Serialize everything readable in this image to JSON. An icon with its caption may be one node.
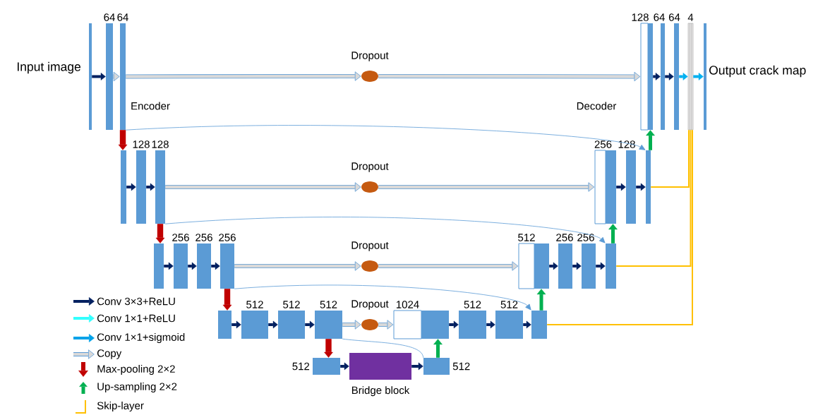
{
  "diagram": {
    "nodes": [
      {
        "text": [],
        "shape": "bar",
        "beside": [
          "Input image"
        ]
      },
      {
        "text": [
          "64"
        ]
      },
      {
        "text": [
          "64"
        ]
      },
      {
        "text": [
          "Dropout"
        ]
      },
      {
        "text": [
          "128"
        ]
      },
      {
        "text": [],
        "shape": "bar"
      },
      {
        "text": [
          "64"
        ]
      },
      {
        "text": [
          "64"
        ]
      },
      {
        "text": [
          "4"
        ]
      },
      {
        "text": [],
        "shape": "bar",
        "beside": [
          "Output crack map"
        ]
      },
      {
        "text": [],
        "shape": "bar"
      },
      {
        "text": [
          "128"
        ]
      },
      {
        "text": [
          "128"
        ]
      },
      {
        "text": [
          "Dropout"
        ]
      },
      {
        "text": [
          "256"
        ]
      },
      {
        "text": [],
        "shape": "bar"
      },
      {
        "text": [
          "128"
        ]
      },
      {
        "text": [],
        "shape": "bar"
      },
      {
        "text": [],
        "shape": "bar"
      },
      {
        "text": [
          "256"
        ]
      },
      {
        "text": [
          "256"
        ]
      },
      {
        "text": [
          "256"
        ]
      },
      {
        "text": [
          "Dropout"
        ]
      },
      {
        "text": [
          "512"
        ]
      },
      {
        "text": [],
        "shape": "bar"
      },
      {
        "text": [
          "256"
        ]
      },
      {
        "text": [
          "256"
        ]
      },
      {
        "text": [],
        "shape": "bar"
      },
      {
        "text": [],
        "shape": "bar"
      },
      {
        "text": [
          "512"
        ]
      },
      {
        "text": [
          "512"
        ]
      },
      {
        "text": [
          "512"
        ]
      },
      {
        "text": [
          "Dropout"
        ]
      },
      {
        "text": [
          "1024"
        ]
      },
      {
        "text": [],
        "shape": "bar"
      },
      {
        "text": [
          "512"
        ]
      },
      {
        "text": [
          "512"
        ]
      },
      {
        "text": [],
        "shape": "bar"
      },
      {
        "text": [
          "512"
        ]
      },
      {
        "text": [
          "Bridge block"
        ]
      },
      {
        "text": [
          "512"
        ]
      }
    ],
    "edges": [
      {
        "from": 0,
        "to": 1,
        "arrow": "to"
      },
      {
        "from": 1,
        "to": 2,
        "arrow": "to",
        "color": "#d9d9d9"
      },
      {
        "from": 2,
        "to": 3,
        "arrow": "to",
        "color": "#d9d9d9"
      },
      {
        "from": 3,
        "to": 4,
        "arrow": "to",
        "color": "#d9d9d9"
      },
      {
        "from": 5,
        "to": 6,
        "arrow": "to"
      },
      {
        "from": 6,
        "to": 7,
        "arrow": "to"
      },
      {
        "from": 7,
        "to": 8,
        "arrow": "to",
        "color": "#00b0f0"
      },
      {
        "from": 8,
        "to": 9,
        "arrow": "to",
        "color": "#00b0f0"
      },
      {
        "from": 2,
        "to": 10,
        "arrow": "to",
        "style": "thick",
        "color": "#c00000"
      },
      {
        "from": 2,
        "to": 17,
        "arrow": "to",
        "color": "#5b9bd5"
      },
      {
        "from": 10,
        "to": 11,
        "arrow": "to"
      },
      {
        "from": 11,
        "to": 12,
        "arrow": "to"
      },
      {
        "from": 12,
        "to": 13,
        "arrow": "to",
        "color": "#d9d9d9"
      },
      {
        "from": 13,
        "to": 14,
        "arrow": "to",
        "color": "#d9d9d9"
      },
      {
        "from": 15,
        "to": 16,
        "arrow": "to"
      },
      {
        "from": 16,
        "to": 17,
        "arrow": "to"
      },
      {
        "from": 17,
        "to": 5,
        "arrow": "to",
        "color": "#00b050"
      },
      {
        "from": 17,
        "to": 8,
        "arrow": "none",
        "color": "#ffc000"
      },
      {
        "from": 12,
        "to": 18,
        "arrow": "to",
        "style": "thick",
        "color": "#c00000"
      },
      {
        "from": 12,
        "to": 27,
        "arrow": "to",
        "color": "#5b9bd5"
      },
      {
        "from": 18,
        "to": 19,
        "arrow": "to"
      },
      {
        "from": 19,
        "to": 20,
        "arrow": "to"
      },
      {
        "from": 20,
        "to": 21,
        "arrow": "to"
      },
      {
        "from": 21,
        "to": 22,
        "arrow": "to",
        "color": "#d9d9d9"
      },
      {
        "from": 22,
        "to": 23,
        "arrow": "to",
        "color": "#d9d9d9"
      },
      {
        "from": 24,
        "to": 25,
        "arrow": "to"
      },
      {
        "from": 25,
        "to": 26,
        "arrow": "to"
      },
      {
        "from": 26,
        "to": 27,
        "arrow": "to"
      },
      {
        "from": 27,
        "to": 15,
        "arrow": "to",
        "color": "#00b050"
      },
      {
        "from": 27,
        "to": 8,
        "arrow": "none",
        "color": "#ffc000"
      },
      {
        "from": 21,
        "to": 28,
        "arrow": "to",
        "style": "thick",
        "color": "#c00000"
      },
      {
        "from": 21,
        "to": 37,
        "arrow": "to",
        "color": "#5b9bd5"
      },
      {
        "from": 28,
        "to": 29,
        "arrow": "to"
      },
      {
        "from": 29,
        "to": 30,
        "arrow": "to"
      },
      {
        "from": 30,
        "to": 31,
        "arrow": "to"
      },
      {
        "from": 31,
        "to": 32,
        "arrow": "to",
        "color": "#d9d9d9"
      },
      {
        "from": 32,
        "to": 33,
        "arrow": "to",
        "color": "#d9d9d9"
      },
      {
        "from": 34,
        "to": 35,
        "arrow": "to"
      },
      {
        "from": 35,
        "to": 36,
        "arrow": "to"
      },
      {
        "from": 36,
        "to": 37,
        "arrow": "to"
      },
      {
        "from": 37,
        "to": 24,
        "arrow": "to",
        "color": "#00b050"
      },
      {
        "from": 37,
        "to": 8,
        "arrow": "none",
        "color": "#ffc000"
      },
      {
        "from": 31,
        "to": 38,
        "arrow": "to",
        "style": "thick",
        "color": "#c00000"
      },
      {
        "from": 31,
        "to": 40,
        "arrow": "none",
        "color": "#5b9bd5"
      },
      {
        "from": 38,
        "to": 39,
        "arrow": "to"
      },
      {
        "from": 39,
        "to": 40,
        "arrow": "to"
      },
      {
        "from": 40,
        "to": 34,
        "arrow": "to",
        "color": "#00b050"
      }
    ],
    "labels": [
      "Encoder",
      "Decoder"
    ],
    "legend": [
      {
        "text": "Conv 3×3+ReLU"
      },
      {
        "text": "Conv 1×1+ReLU"
      },
      {
        "text": "Conv 1×1+sigmoid"
      },
      {
        "text": "Copy"
      },
      {
        "text": "Max-pooling 2×2"
      },
      {
        "text": "Up-sampling 2×2"
      },
      {
        "text": "Skip-layer"
      }
    ]
  }
}
